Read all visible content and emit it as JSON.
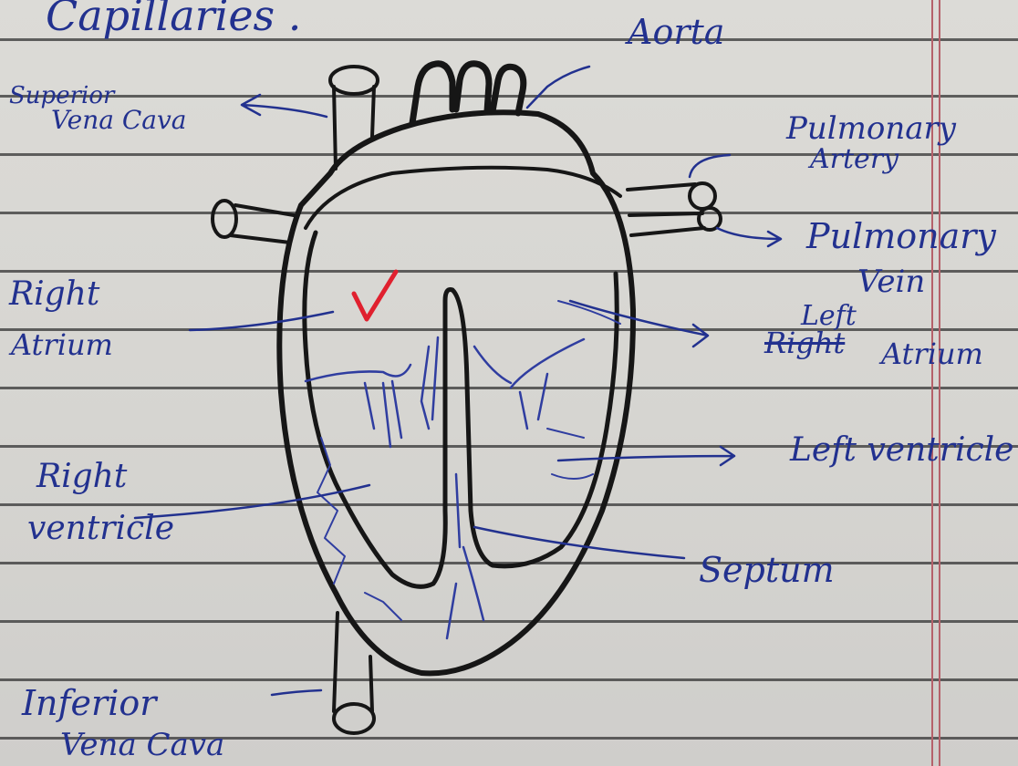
{
  "heading": "Capillaries .",
  "labels": {
    "aorta": "Aorta",
    "superior_vena_cava": [
      "Superior",
      "Vena Cava"
    ],
    "pulmonary_artery": [
      "Pulmonary",
      "Artery"
    ],
    "pulmonary_vein": [
      "Pulmonary",
      "Vein"
    ],
    "right_atrium": [
      "Right",
      "Atrium"
    ],
    "left_atrium_correction": "Left",
    "left_atrium_crossed": "Right",
    "left_atrium": "Atrium",
    "left_ventricle": "Left ventricle",
    "right_ventricle": [
      "Right",
      "ventricle"
    ],
    "septum": "Septum",
    "inferior_vena_cava": [
      "Inferior",
      "Vena Cava"
    ]
  },
  "colors": {
    "ink_pen": "#22318f",
    "heart_outline": "#161616",
    "check_mark": "#e0202e",
    "paper": "#d9d8d4",
    "rule_line": "#3a3a3a",
    "margin_line": "#b5616a"
  },
  "icons": {
    "check": "red-check-mark-icon"
  }
}
